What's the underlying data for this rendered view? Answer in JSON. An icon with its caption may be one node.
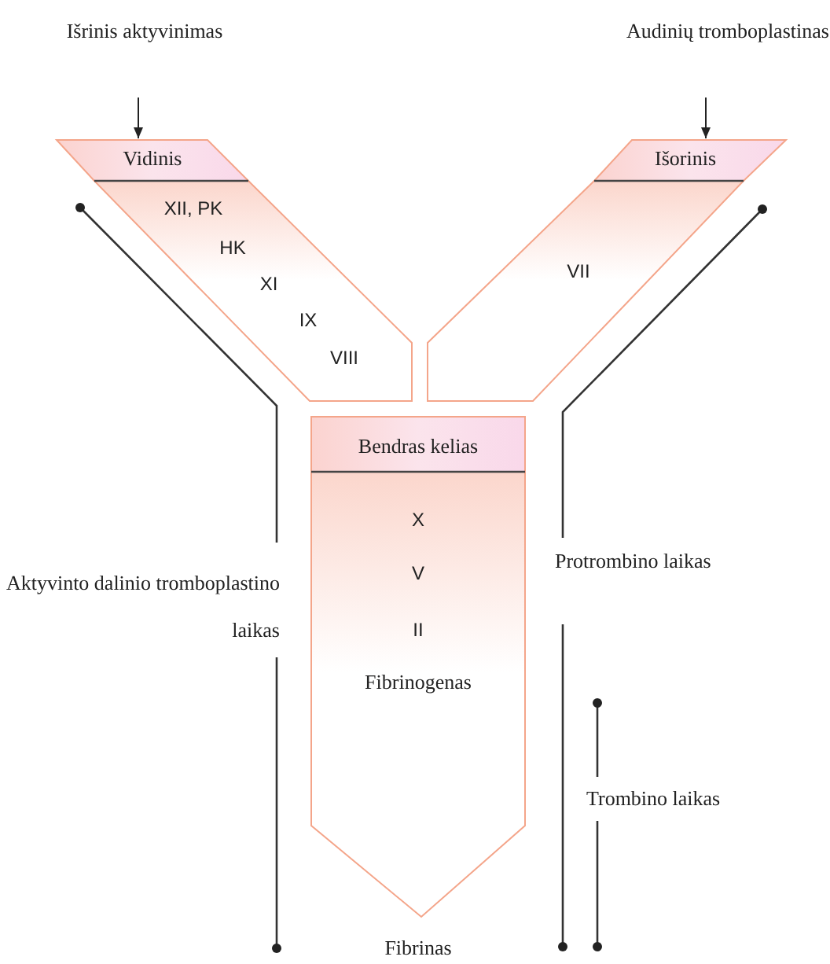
{
  "diagram": {
    "nodes": [
      {
        "text": [
          "Išrinis aktyvinimas"
        ]
      },
      {
        "text": [
          "Vidinis",
          "XII, PK",
          "HK",
          "XI",
          "IX",
          "VIII"
        ]
      },
      {
        "text": [
          "Audinių tromboplastinas"
        ]
      },
      {
        "text": [
          "Išorinis",
          "VII"
        ]
      },
      {
        "text": [
          "Bendras kelias",
          "X",
          "V",
          "II",
          "Fibrinogenas"
        ]
      }
    ],
    "edges": [
      {
        "from": 0,
        "to": 1,
        "arrow": "to"
      },
      {
        "from": 2,
        "to": 3,
        "arrow": "to"
      }
    ],
    "labels": [
      "Aktyvinto dalinio tromboplastino laikas",
      "Protrombino laikas",
      "Trombino laikas",
      "Fibrinas"
    ]
  }
}
